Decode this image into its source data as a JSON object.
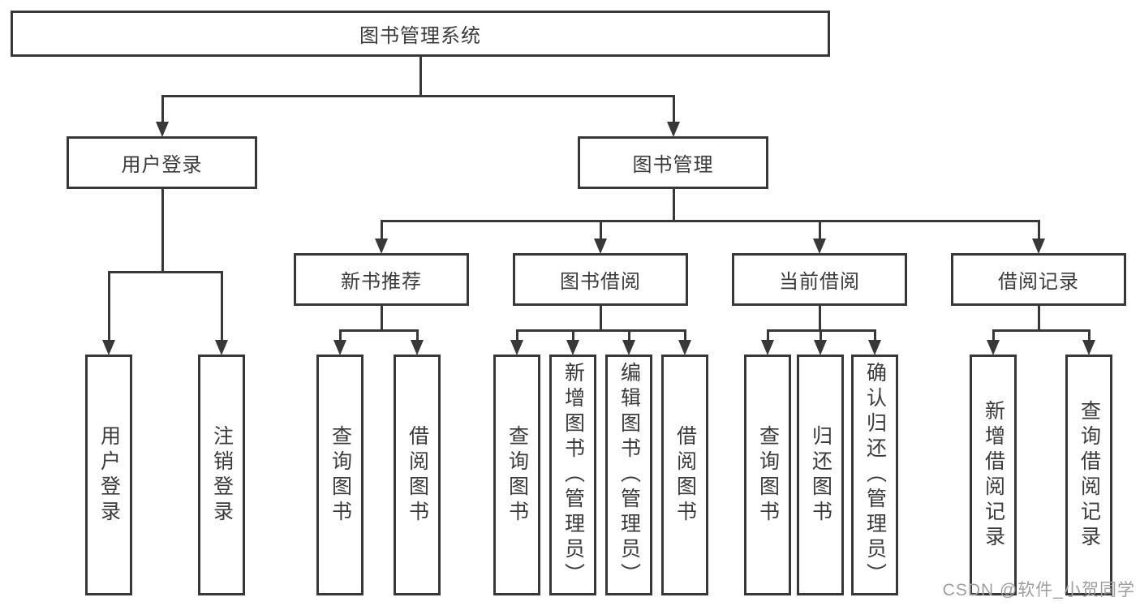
{
  "diagram": {
    "type": "tree",
    "root": {
      "label": "图书管理系统"
    },
    "level2": [
      {
        "label": "用户登录"
      },
      {
        "label": "图书管理"
      }
    ],
    "level3": [
      {
        "label": "新书推荐",
        "parent": "图书管理"
      },
      {
        "label": "图书借阅",
        "parent": "图书管理"
      },
      {
        "label": "当前借阅",
        "parent": "图书管理"
      },
      {
        "label": "借阅记录",
        "parent": "图书管理"
      }
    ],
    "leaves": {
      "user_login": [
        {
          "label": "用户登录"
        },
        {
          "label": "注销登录"
        }
      ],
      "new_books": [
        {
          "label": "查询图书"
        },
        {
          "label": "借阅图书"
        }
      ],
      "book_borrow": [
        {
          "label": "查询图书"
        },
        {
          "label": "新增图书（管理员）"
        },
        {
          "label": "编辑图书（管理员）"
        },
        {
          "label": "借阅图书"
        }
      ],
      "current_borrow": [
        {
          "label": "查询图书"
        },
        {
          "label": "归还图书"
        },
        {
          "label": "确认归还（管理员）"
        }
      ],
      "borrow_records": [
        {
          "label": "新增借阅记录"
        },
        {
          "label": "查询借阅记录"
        }
      ]
    },
    "colors": {
      "line": "#383838",
      "text": "#3a3a3a",
      "background": "#ffffff",
      "watermark": "#9e9e9e"
    },
    "watermark": {
      "text": "CSDN @软件_小贺同学"
    }
  }
}
